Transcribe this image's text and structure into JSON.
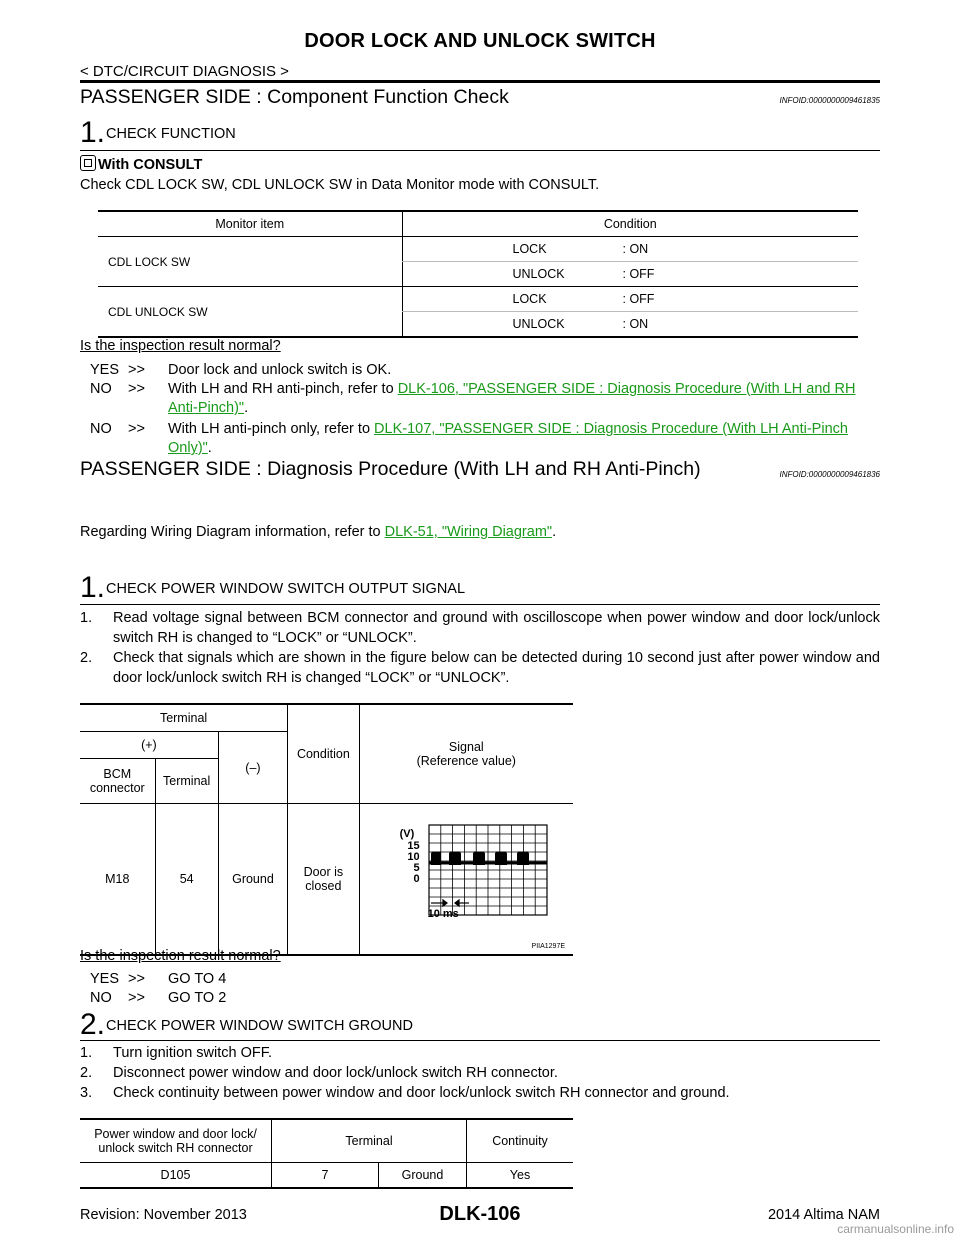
{
  "header": {
    "title": "DOOR LOCK AND UNLOCK SWITCH",
    "breadcrumb": "< DTC/CIRCUIT DIAGNOSIS >"
  },
  "section1": {
    "heading": "PASSENGER SIDE : Component  Function  Check",
    "infoid": "INFOID:0000000009461835",
    "step_num": "1.",
    "step_title": "CHECK FUNCTION",
    "consult_label": "With CONSULT",
    "instruction": "Check CDL LOCK SW, CDL UNLOCK SW in Data Monitor mode with CONSULT.",
    "table": {
      "head": [
        "Monitor item",
        "Condition"
      ],
      "rows": [
        {
          "item": "CDL LOCK SW",
          "conds": [
            [
              "LOCK",
              ": ON"
            ],
            [
              "UNLOCK",
              ": OFF"
            ]
          ]
        },
        {
          "item": "CDL UNLOCK SW",
          "conds": [
            [
              "LOCK",
              ": OFF"
            ],
            [
              "UNLOCK",
              ": ON"
            ]
          ]
        }
      ]
    },
    "question": "Is the inspection result normal?",
    "answers": [
      {
        "key": "YES",
        "arrow": ">>",
        "text": "Door lock and unlock switch is OK.",
        "link": ""
      },
      {
        "key": "NO",
        "arrow": ">>",
        "text": "With LH and RH anti-pinch, refer to ",
        "link": "DLK-106, \"PASSENGER SIDE : Diagnosis Procedure (With LH and RH Anti-Pinch)\"",
        "after": "."
      },
      {
        "key": "NO",
        "arrow": ">>",
        "text": "With LH anti-pinch only, refer to ",
        "link": "DLK-107, \"PASSENGER SIDE : Diagnosis Procedure (With LH Anti-Pinch Only)\"",
        "after": "."
      }
    ]
  },
  "section2": {
    "heading": "PASSENGER SIDE : Diagnosis Procedure (With LH and RH Anti-Pinch)",
    "infoid": "INFOID:0000000009461836",
    "wiring_text": "Regarding Wiring Diagram information, refer to ",
    "wiring_link": "DLK-51, \"Wiring Diagram\"",
    "wiring_after": ".",
    "step1": {
      "num": "1.",
      "title": "CHECK POWER WINDOW SWITCH OUTPUT SIGNAL",
      "items": [
        "Read voltage signal between BCM connector and ground with oscilloscope when power window and door lock/unlock switch RH is changed to “LOCK” or “UNLOCK”.",
        "Check that signals which are shown in the figure below can be detected during 10 second just after power window and door lock/unlock switch RH is changed “LOCK” or “UNLOCK”."
      ],
      "table": {
        "terminal": "Terminal",
        "plus": "(+)",
        "minus": "(–)",
        "bcm_connector": "BCM connector",
        "terminal_sub": "Terminal",
        "condition": "Condition",
        "signal": "Signal",
        "reference": "(Reference value)",
        "row": {
          "connector": "M18",
          "terminal": "54",
          "minus": "Ground",
          "condition": "Door is closed"
        },
        "scope": {
          "unit": "(V)",
          "ticks": [
            "15",
            "10",
            "5",
            "0"
          ],
          "time": "10 ms",
          "code": "PIIA1297E"
        }
      },
      "question": "Is the inspection result normal?",
      "answers": [
        {
          "key": "YES",
          "arrow": ">>",
          "text": "GO TO 4"
        },
        {
          "key": "NO",
          "arrow": ">>",
          "text": "GO TO 2"
        }
      ]
    },
    "step2": {
      "num": "2.",
      "title": "CHECK POWER WINDOW SWITCH GROUND",
      "items": [
        "Turn ignition switch OFF.",
        "Disconnect power window and door lock/unlock switch RH connector.",
        "Check continuity between power window and door lock/unlock switch RH connector and ground."
      ],
      "table": {
        "col1": "Power window and door lock/ unlock switch RH connector",
        "col2": "Terminal",
        "col3": "Continuity",
        "row": [
          "D105",
          "7",
          "Ground",
          "Yes"
        ]
      }
    }
  },
  "footer": {
    "revision": "Revision: November 2013",
    "page": "DLK-106",
    "model": "2014 Altima NAM",
    "watermark": "carmanualsonline.info"
  }
}
